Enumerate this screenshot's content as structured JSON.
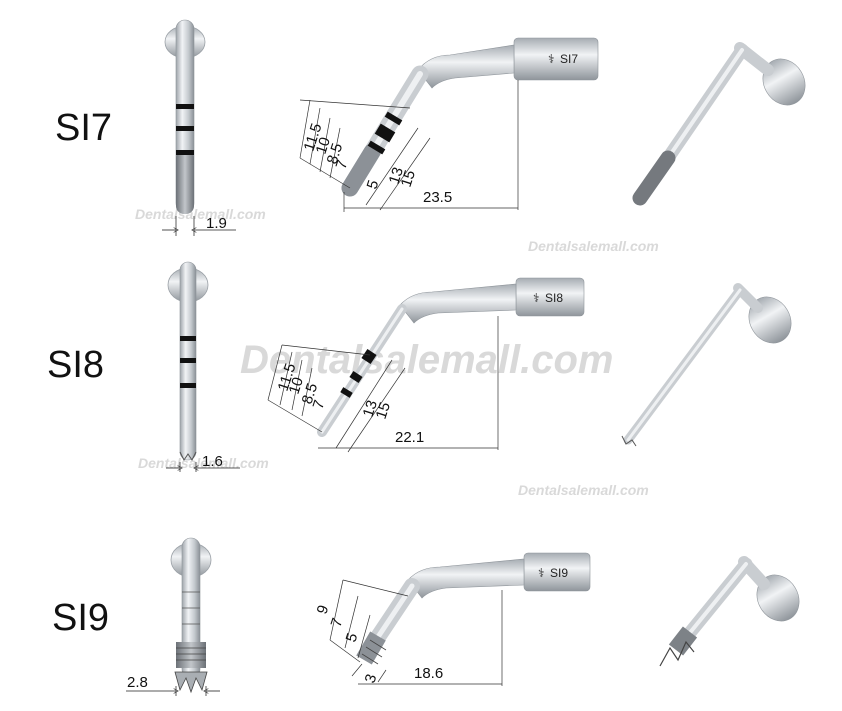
{
  "watermark": "Dentalsalemall.com",
  "tips": [
    {
      "label": "SI7",
      "tag": "SI7",
      "tip_diameter": "1.9",
      "depth_marks": [
        "11.5",
        "10",
        "8.5",
        "7",
        "5",
        "13",
        "15"
      ],
      "length": "23.5"
    },
    {
      "label": "SI8",
      "tag": "SI8",
      "tip_diameter": "1.6",
      "depth_marks": [
        "11.5",
        "10",
        "8.5",
        "7",
        "13",
        "15"
      ],
      "length": "22.1"
    },
    {
      "label": "SI9",
      "tag": "SI9",
      "tip_diameter": "2.8",
      "depth_marks": [
        "9",
        "7",
        "5",
        "3"
      ],
      "length": "18.6"
    }
  ],
  "colors": {
    "metal_light": "#e6e9ec",
    "metal_mid": "#b9bec4",
    "metal_dark": "#8a9096",
    "band": "#111111",
    "watermark": "#d9d9d9"
  }
}
